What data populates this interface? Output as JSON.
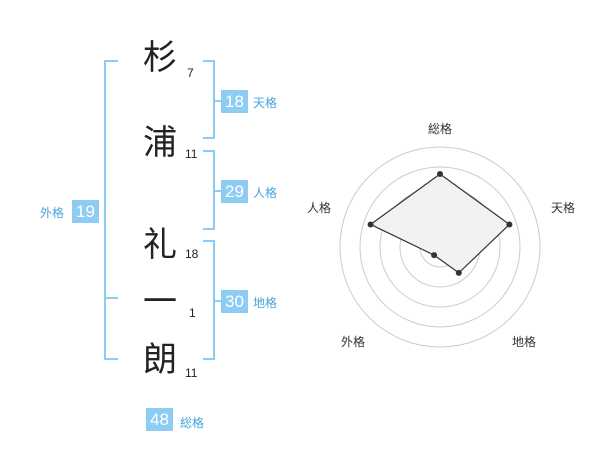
{
  "name": {
    "chars": [
      {
        "char": "杉",
        "strokes": "7"
      },
      {
        "char": "浦",
        "strokes": "11"
      },
      {
        "char": "礼",
        "strokes": "18"
      },
      {
        "char": "一",
        "strokes": "1"
      },
      {
        "char": "朗",
        "strokes": "11"
      }
    ]
  },
  "kakusu": {
    "tenkaku": {
      "value": "18",
      "label": "天格"
    },
    "jinkaku": {
      "value": "29",
      "label": "人格"
    },
    "chikaku": {
      "value": "30",
      "label": "地格"
    },
    "gaikaku": {
      "value": "19",
      "label": "外格"
    },
    "soukaku": {
      "value": "48",
      "label": "総格"
    }
  },
  "radar": {
    "axes": [
      "総格",
      "天格",
      "地格",
      "外格",
      "人格"
    ],
    "levels": [
      0.73,
      0.73,
      0.32,
      0.1,
      0.73
    ],
    "colors": {
      "accent": "#8dcdf4",
      "fill": "#f2f2f2",
      "grid": "#cccccc",
      "line": "#333333"
    }
  }
}
